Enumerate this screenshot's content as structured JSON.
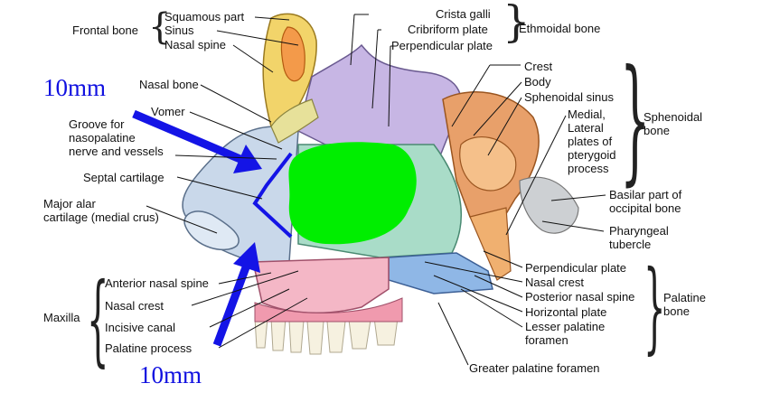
{
  "measurements": {
    "top": "10mm",
    "bottom": "10mm"
  },
  "colors": {
    "arrow": "#1414e6",
    "highlight": "#00ee00"
  },
  "groups": {
    "frontal": "Frontal bone",
    "ethmoidal": "Ethmoidal bone",
    "sphenoidal": "Sphenoidal\nbone",
    "maxilla": "Maxilla",
    "palatine": "Palatine\nbone"
  },
  "labels": {
    "squamous_part": "Squamous part",
    "sinus": "Sinus",
    "nasal_spine": "Nasal spine",
    "crista_galli": "Crista galli",
    "cribriform_plate": "Cribriform plate",
    "perpendicular_plate_eth": "Perpendicular plate",
    "nasal_bone": "Nasal bone",
    "vomer": "Vomer",
    "groove": "Groove for\nnasopalatine\nnerve and vessels",
    "septal_cartilage": "Septal cartilage",
    "major_alar": "Major alar\ncartilage (medial crus)",
    "crest": "Crest",
    "body": "Body",
    "sphenoidal_sinus": "Sphenoidal sinus",
    "medial_lateral": "Medial,\nLateral\nplates of\npterygoid\nprocess",
    "basilar": "Basilar part of\noccipital bone",
    "pharyngeal": "Pharyngeal\ntubercle",
    "anterior_nasal_spine": "Anterior nasal spine",
    "nasal_crest_max": "Nasal crest",
    "incisive_canal": "Incisive canal",
    "palatine_process": "Palatine process",
    "perpendicular_plate_pal": "Perpendicular plate",
    "nasal_crest_pal": "Nasal crest",
    "posterior_nasal_spine": "Posterior nasal spine",
    "horizontal_plate": "Horizontal plate",
    "lesser_palatine": "Lesser palatine\nforamen",
    "greater_palatine": "Greater palatine foramen"
  }
}
